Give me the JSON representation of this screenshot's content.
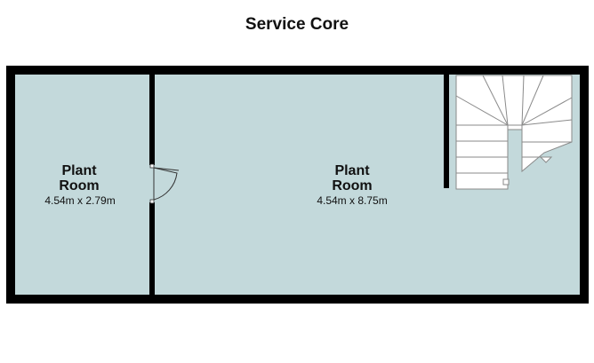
{
  "title": "Service Core",
  "colors": {
    "floor": "#c3d9db",
    "wall": "#000000",
    "stair_fill": "#ffffff",
    "stair_line": "#8a8a8a"
  },
  "rooms": [
    {
      "name_line1": "Plant",
      "name_line2": "Room",
      "dimensions": "4.54m x 2.79m"
    },
    {
      "name_line1": "Plant",
      "name_line2": "Room",
      "dimensions": "4.54m x 8.75m"
    }
  ],
  "icons": [
    "door-swing-icon",
    "staircase-icon"
  ]
}
